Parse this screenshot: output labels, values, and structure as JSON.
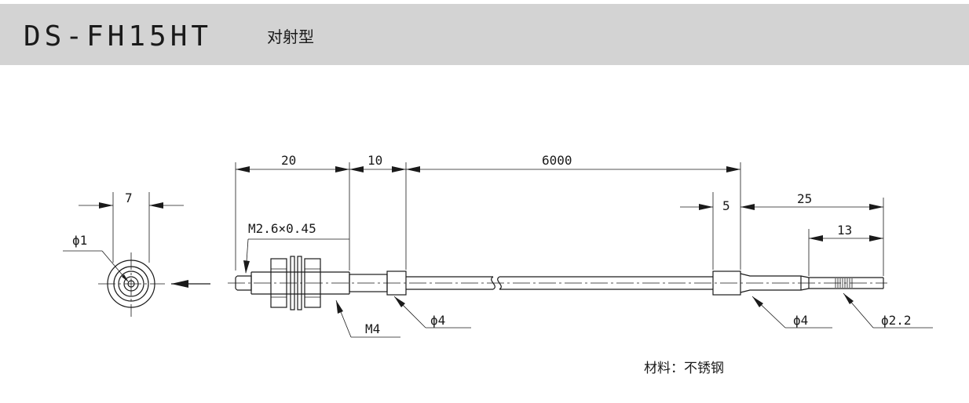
{
  "header": {
    "model": "DS-FH15HT",
    "type": "对射型"
  },
  "dimensions": {
    "head_width": "7",
    "head_phi": "ϕ1",
    "thread": "M2.6×0.45",
    "len_thread": "20",
    "len_body": "10",
    "len_cable": "6000",
    "len_sleeve": "5",
    "len_tail": "25",
    "len_tip": "13",
    "nut": "M4",
    "phi_body": "ϕ4",
    "phi_sleeve": "ϕ4",
    "phi_tip": "ϕ2.2"
  },
  "material": "材料：不锈钢"
}
